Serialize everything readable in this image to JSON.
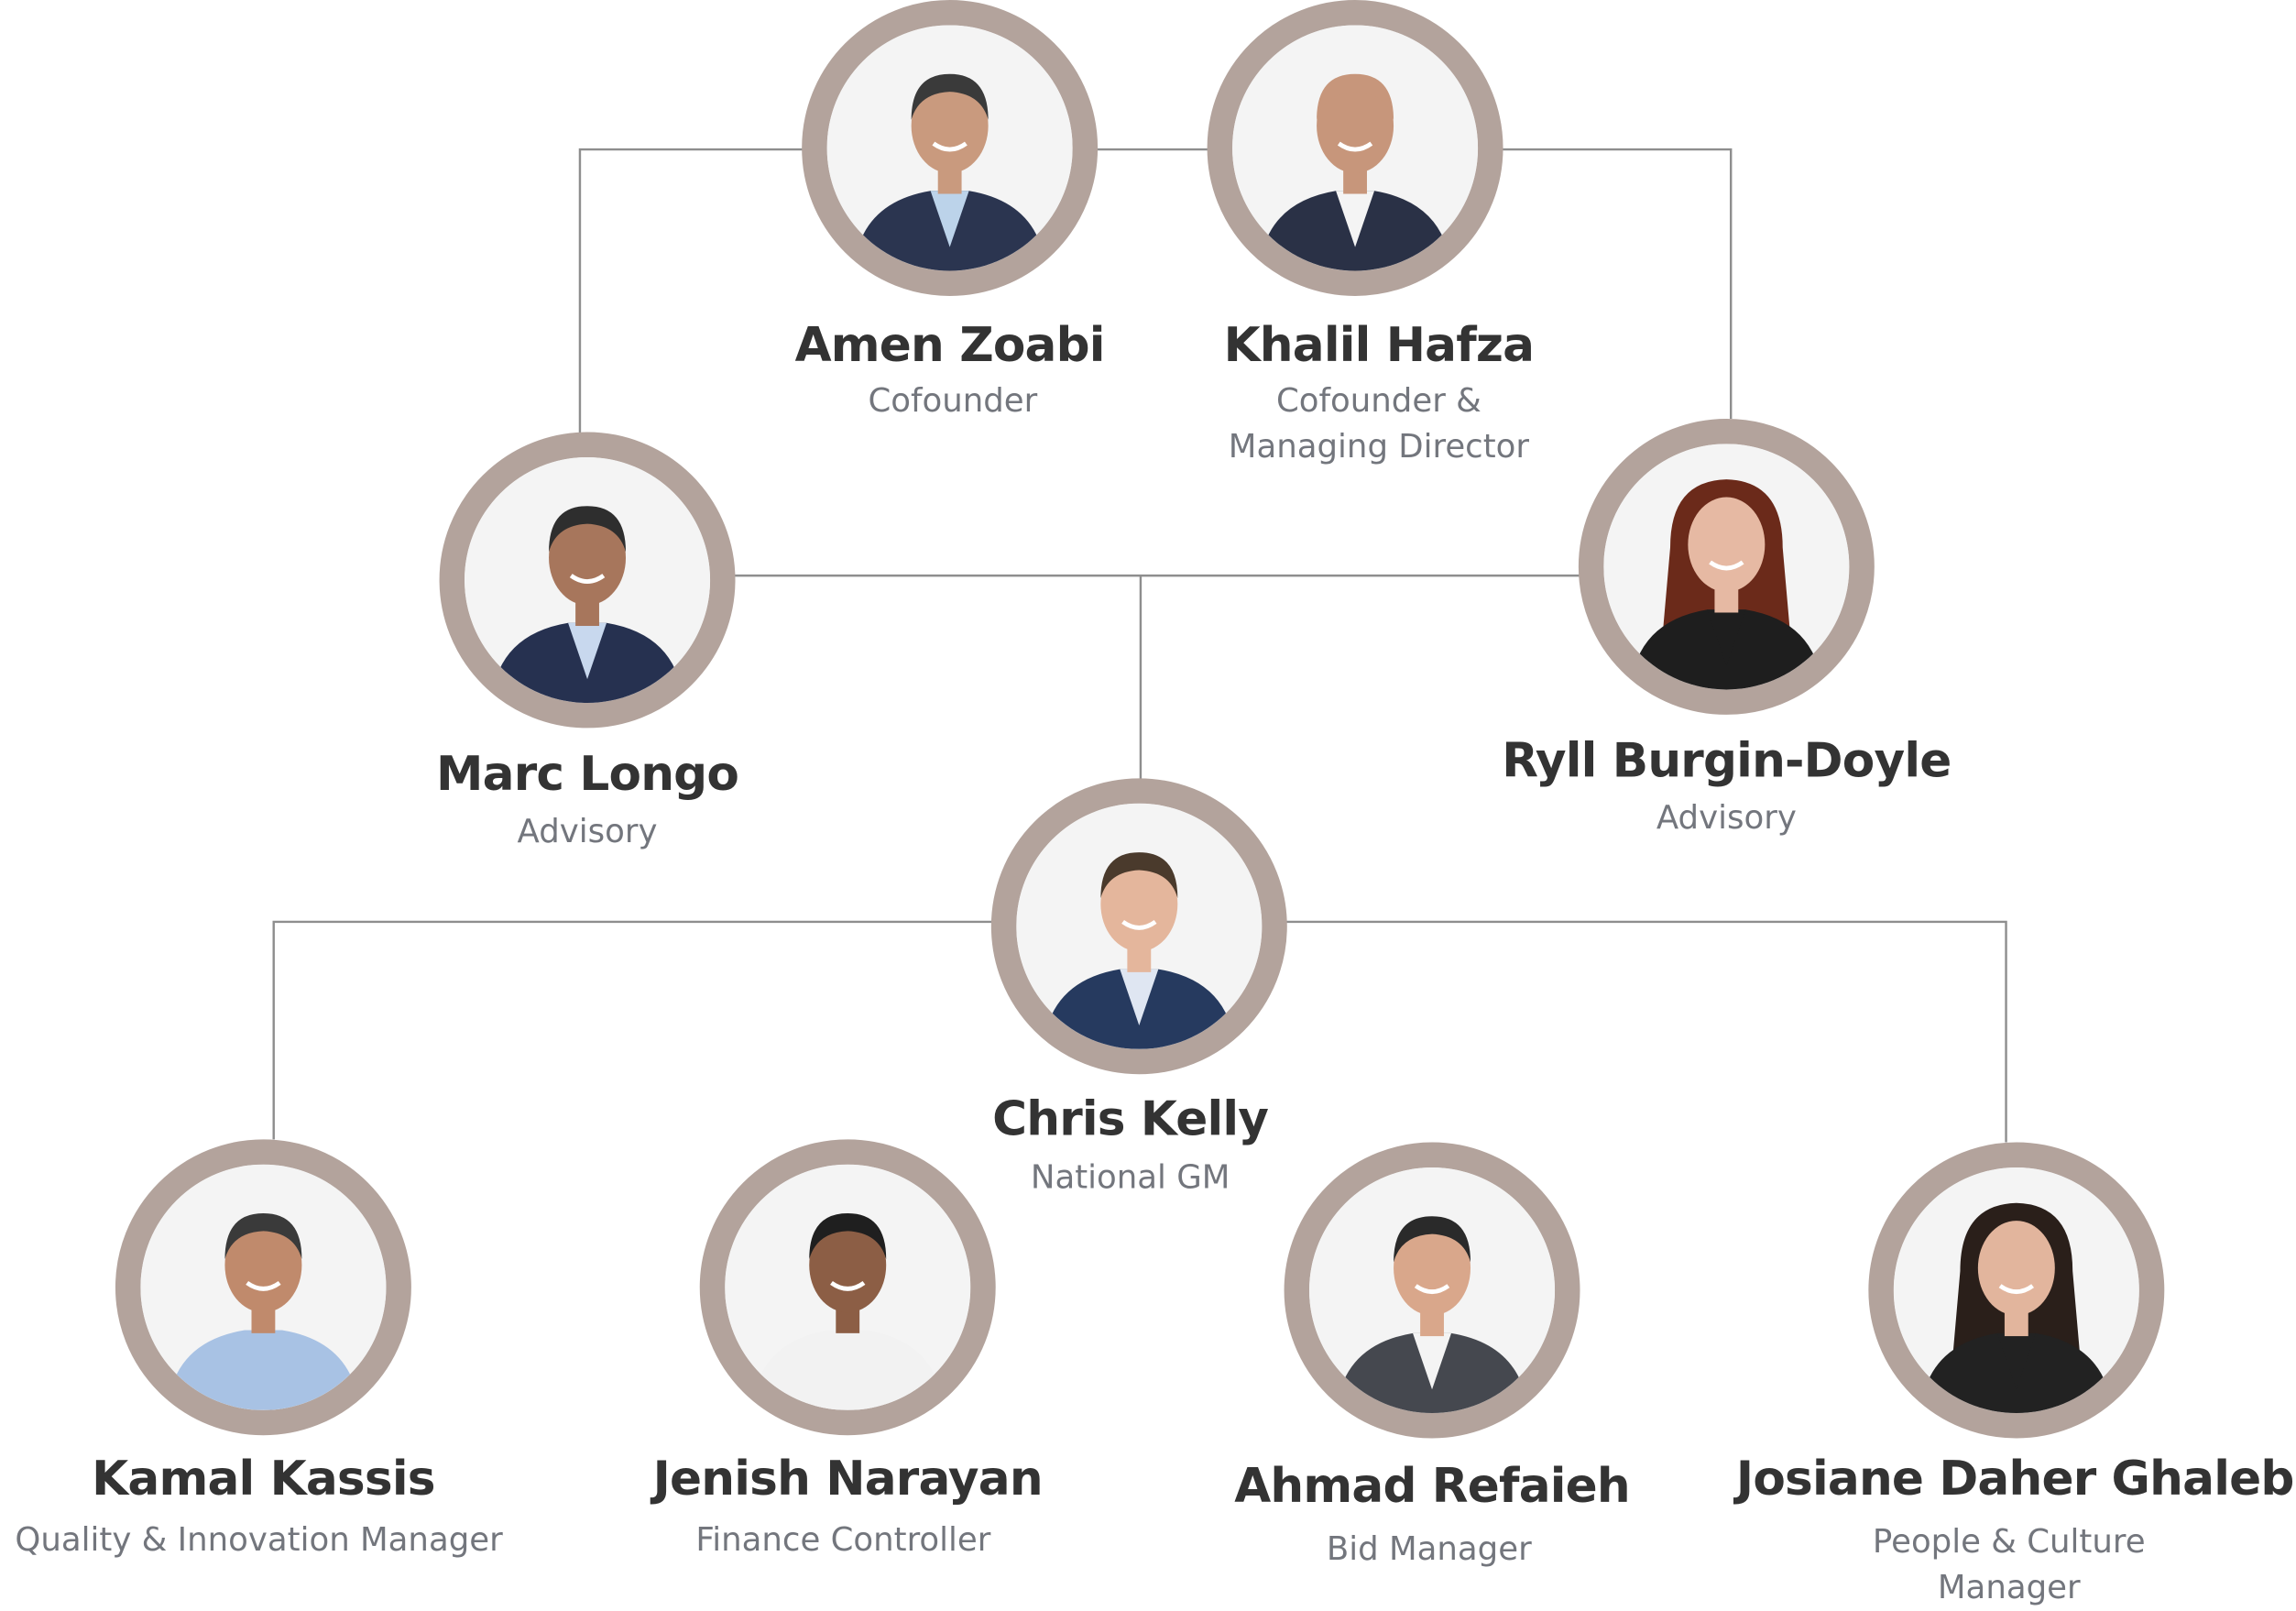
{
  "people": [
    {
      "key": "amen",
      "name": "Amen Zoabi",
      "title": "Cofounder",
      "suit": "#2b3550",
      "shirt": "#bcd3ea",
      "hair": "#3a3a3a",
      "skin": "#c99a7e",
      "hairLong": false
    },
    {
      "key": "khalil",
      "name": "Khalil Hafza",
      "title": "Cofounder &\nManaging Director",
      "suit": "#2a3146",
      "shirt": "#f4f4f4",
      "hair": "#c7967b",
      "skin": "#c7967b",
      "hairLong": false
    },
    {
      "key": "marc",
      "name": "Marc Longo",
      "title": "Advisory",
      "suit": "#263150",
      "shirt": "#c8d8ee",
      "hair": "#2e2e2e",
      "skin": "#a7765c",
      "hairLong": false
    },
    {
      "key": "ryll",
      "name": "Ryll Burgin-Doyle",
      "title": "Advisory",
      "suit": "#1e1e1e",
      "shirt": "#1e1e1e",
      "hair": "#6b2a1a",
      "skin": "#e6b9a3",
      "hairLong": true
    },
    {
      "key": "chris",
      "name": "Chris Kelly",
      "title": "National GM",
      "suit": "#263a5f",
      "shirt": "#dfe6f2",
      "hair": "#4a3a2c",
      "skin": "#e4b69c",
      "hairLong": false
    },
    {
      "key": "kamal",
      "name": "Kamal Kassis",
      "title": "Quality & Innovation Manager",
      "suit": "#a8c2e4",
      "shirt": "#a8c2e4",
      "hair": "#3a3a3a",
      "skin": "#c08a6c",
      "hairLong": false
    },
    {
      "key": "jenish",
      "name": "Jenish Narayan",
      "title": "Finance Controller",
      "suit": "#f2f2f2",
      "shirt": "#f2f2f2",
      "hair": "#1f1f1f",
      "skin": "#8c5e45",
      "hairLong": false
    },
    {
      "key": "ahmad",
      "name": "Ahmad Refaieh",
      "title": "Bid Manager",
      "suit": "#45484f",
      "shirt": "#f4f4f4",
      "hair": "#2a2a2a",
      "skin": "#d9a78b",
      "hairLong": false
    },
    {
      "key": "josiane",
      "name": "Josiane Daher Ghaleb",
      "title": "People & Culture Manager",
      "suit": "#222222",
      "shirt": "#222222",
      "hair": "#2a1f1a",
      "skin": "#e2b59d",
      "hairLong": true
    }
  ],
  "colors": {
    "ring": "#b3a39c",
    "line": "#8e8e8e",
    "name": "#333333",
    "title": "#73767d"
  }
}
